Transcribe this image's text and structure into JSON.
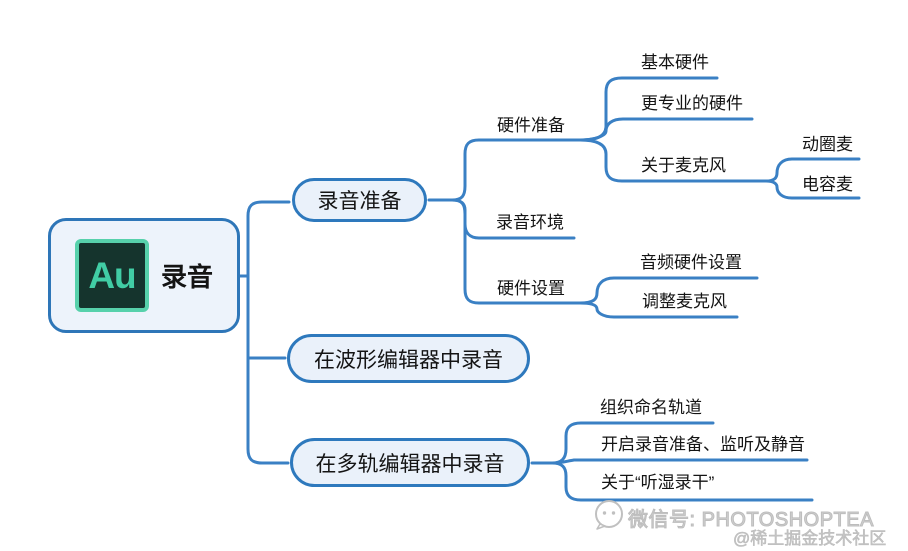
{
  "colors": {
    "connector_line": "#3a80c4",
    "node_border": "#2e79bd",
    "node_fill": "#eaf1fa",
    "root_fill": "#edf3fb",
    "logo_background": "#15342d",
    "logo_accent": "#41cda5",
    "watermark_gray": "#c5c5c5"
  },
  "root": {
    "logo": "Au",
    "label": "录音"
  },
  "branches": [
    {
      "label": "录音准备",
      "children": [
        {
          "label": "硬件准备",
          "children": [
            {
              "label": "基本硬件"
            },
            {
              "label": "更专业的硬件"
            },
            {
              "label": "关于麦克风",
              "children": [
                {
                  "label": "动圈麦"
                },
                {
                  "label": "电容麦"
                }
              ]
            }
          ]
        },
        {
          "label": "录音环境"
        },
        {
          "label": "硬件设置",
          "children": [
            {
              "label": "音频硬件设置"
            },
            {
              "label": "调整麦克风"
            }
          ]
        }
      ]
    },
    {
      "label": "在波形编辑器中录音"
    },
    {
      "label": "在多轨编辑器中录音",
      "children": [
        {
          "label": "组织命名轨道"
        },
        {
          "label": "开启录音准备、监听及静音"
        },
        {
          "label": "关于“听湿录干”"
        }
      ]
    }
  ],
  "watermark": {
    "icon": "chat-bubble-icon",
    "wechat_label": "微信号: PHOTOSHOPTEA",
    "community_label": "@稀土掘金技术社区"
  }
}
